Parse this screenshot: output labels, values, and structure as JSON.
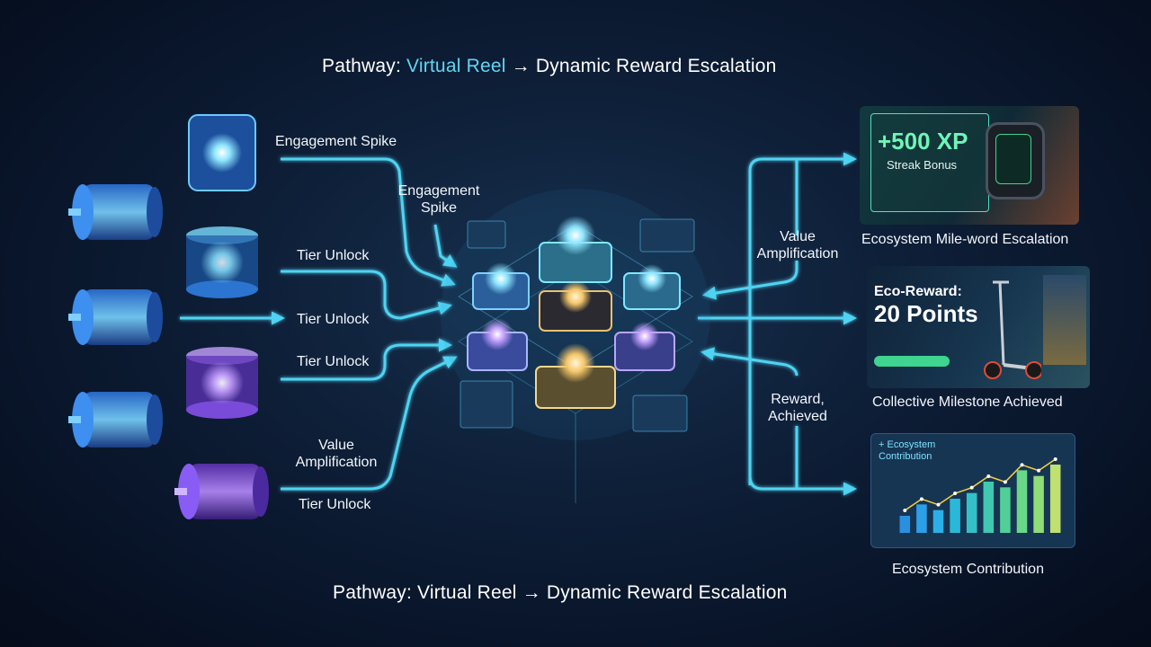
{
  "titles": {
    "top_prefix": "Pathway: ",
    "top_highlight": "Virtual Reel",
    "top_suffix": " → Dynamic Reward Escalation",
    "bottom": "Pathway: Virtual Reel → Dynamic Reward Escalation"
  },
  "left_labels": {
    "engagement_spike_top": "Engagement Spike",
    "engagement_spike_mid_1": "Engagement",
    "engagement_spike_mid_2": "Spike",
    "tier_unlock_1": "Tier Unlock",
    "tier_unlock_2": "Tier Unlock",
    "tier_unlock_3": "Tier Unlock",
    "value_amplification_1": "Value",
    "value_amplification_2": "Amplification",
    "tier_unlock_4": "Tier Unlock"
  },
  "right_labels": {
    "value_amplification_1": "Value",
    "value_amplification_2": "Amplification",
    "reward_achieved_1": "Reward,",
    "reward_achieved_2": "Achieved"
  },
  "outputs": {
    "xp_card": {
      "value": "+500 XP",
      "subtitle": "Streak Bonus"
    },
    "xp_caption": "Ecosystem Mile-word Escalation",
    "eco_card": {
      "title": "Eco-Reward:",
      "value": "20 Points"
    },
    "eco_caption": "Collective Milestone Achieved",
    "chart_card": {
      "title": "+ Ecosystem Contribution"
    },
    "chart_caption": "Ecosystem Contribution"
  },
  "colors": {
    "arrow": "#4fd3f2",
    "accent_cyan": "#5fd6f3",
    "accent_purple": "#8a5cf6",
    "xp_green": "#4ff0a0"
  },
  "chart_data": {
    "type": "bar",
    "categories": [],
    "values": [
      3,
      5,
      4,
      6,
      7,
      9,
      8,
      11,
      10,
      12
    ],
    "title": "Contribution",
    "xlabel": "",
    "ylabel": ""
  }
}
